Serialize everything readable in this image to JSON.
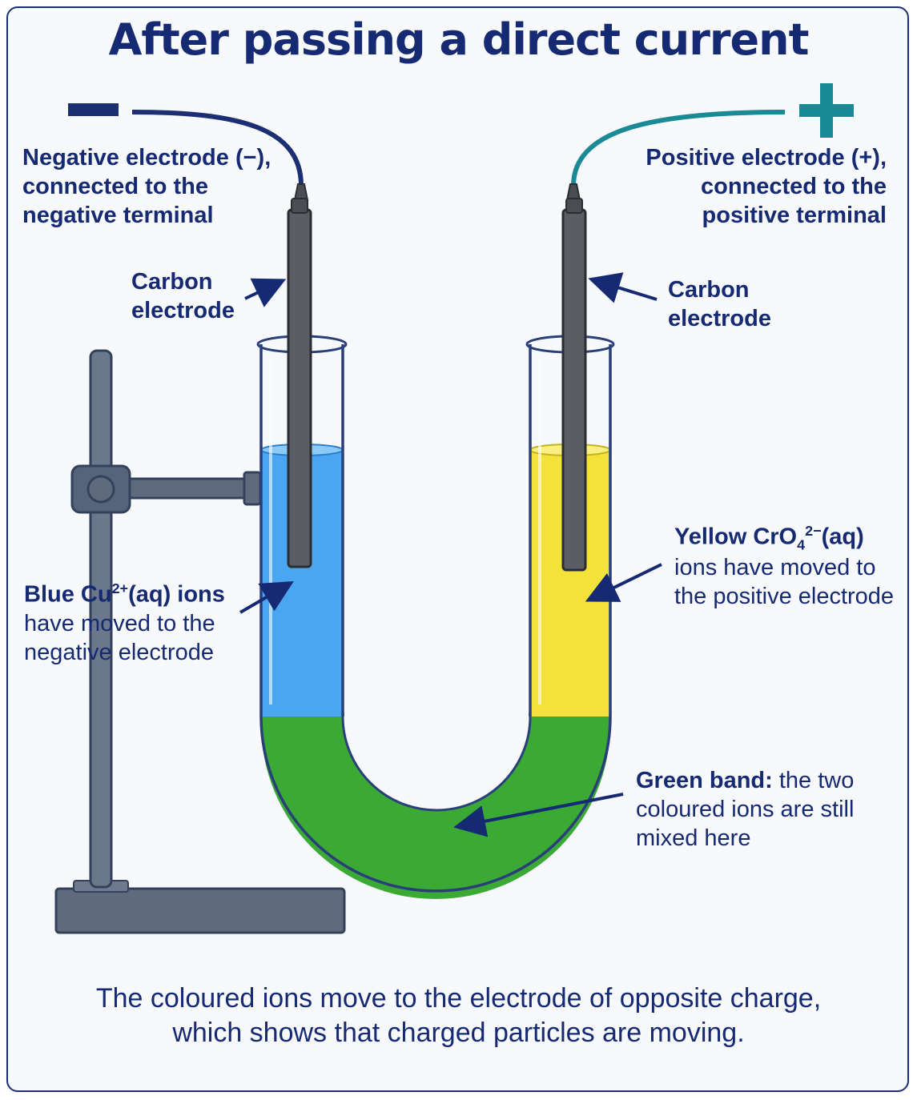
{
  "title": "After passing a direct current",
  "terminals": {
    "negative_symbol": "−",
    "positive_symbol": "+"
  },
  "labels": {
    "negative_electrode": {
      "line1": "Negative electrode (−),",
      "line2": "connected to the",
      "line3": "negative terminal"
    },
    "positive_electrode": {
      "line1": "Positive electrode (+),",
      "line2": "connected to the",
      "line3": "positive terminal"
    },
    "carbon_left": {
      "line1": "Carbon",
      "line2": "electrode"
    },
    "carbon_right": {
      "line1": "Carbon",
      "line2": "electrode"
    },
    "blue_ions": {
      "prefix": "Blue Cu",
      "charge": "2+",
      "suffix": "(aq) ions",
      "line2": "have moved to the",
      "line3": "negative electrode"
    },
    "yellow_ions": {
      "prefix": "Yellow CrO",
      "subscript": "4",
      "charge": "2−",
      "suffix": "(aq)",
      "line2": "ions have moved to",
      "line3": "the positive electrode"
    },
    "green_band": {
      "bold": "Green band:",
      "rest": " the two",
      "line2": "coloured ions are still",
      "line3": "mixed here"
    }
  },
  "caption": {
    "line1": "The coloured ions move to the electrode of opposite charge,",
    "line2": "which shows that charged particles are moving."
  },
  "colors": {
    "navy": "#152a73",
    "negative_wire": "#1c2f73",
    "positive_wire": "#1a8a96",
    "blue_solution": "#4aa6f0",
    "yellow_solution": "#f3e23a",
    "green_solution": "#3aaa35",
    "electrode": "#5a5d63",
    "stand": "#5f6b7d"
  }
}
